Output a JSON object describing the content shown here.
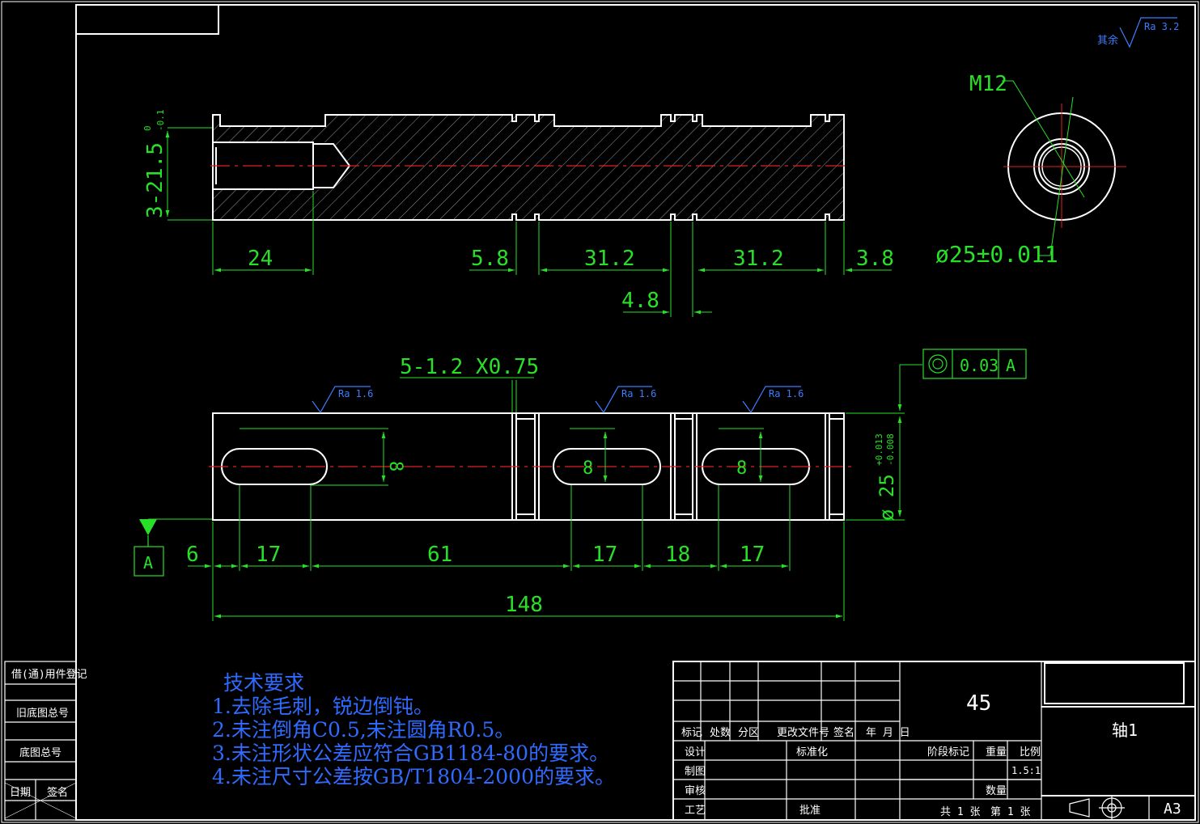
{
  "roughness": {
    "default_prefix": "其余",
    "default_value": "Ra 3.2",
    "slot1": "Ra 1.6",
    "slot2": "Ra 1.6",
    "slot3": "Ra 1.6"
  },
  "dimensions": {
    "thread_depth": "3-21.5",
    "thread_tol_upper": "0",
    "thread_tol_lower": "-0.1",
    "d_24": "24",
    "d_5_8": "5.8",
    "d_31_2_a": "31.2",
    "d_31_2_b": "31.2",
    "d_3_8": "3.8",
    "d_4_8": "4.8",
    "thread": "M12",
    "diameter_tol": "ø25±0.011",
    "grooves": "5-1.2 X0.75",
    "slot_w1": "8",
    "slot_w2": "8",
    "slot_w3": "8",
    "d_6": "6",
    "d_17_a": "17",
    "d_61": "61",
    "d_17_b": "17",
    "d_18": "18",
    "d_17_c": "17",
    "d_148": "148",
    "dia_25": "ø 25",
    "dia_tol_upper": "+0.013",
    "dia_tol_lower": "-0.008"
  },
  "gdt": {
    "symbol": "concentricity",
    "tolerance": "0.03",
    "datum": "A",
    "datum_label": "A"
  },
  "notes": {
    "title": "技术要求",
    "lines": [
      "1.去除毛刺，锐边倒钝。",
      "2.未注倒角C0.5,未注圆角R0.5。",
      "3.未注形状公差应符合GB1184-80的要求。",
      "4.未注尺寸公差按GB/T1804-2000的要求。"
    ]
  },
  "side_table": {
    "row1": "借(通)用件登记",
    "row2": "旧底图总号",
    "row3": "底图总号",
    "row4a": "日期",
    "row4b": "签名"
  },
  "title_block": {
    "material": "45",
    "part_name": "轴1",
    "headers": [
      "标记",
      "处数",
      "分区",
      "更改文件号",
      "签名",
      "年 月 日"
    ],
    "design": "设计",
    "standardization": "标准化",
    "drawing": "制图",
    "review": "审核",
    "process": "工艺",
    "approve": "批准",
    "stage_mark": "阶段标记",
    "weight": "重量",
    "scale": "比例",
    "scale_value": "1.5:1",
    "quantity": "数量",
    "total_sheets": "共 1 张",
    "sheet_no": "第 1 张",
    "paper_size": "A3"
  }
}
